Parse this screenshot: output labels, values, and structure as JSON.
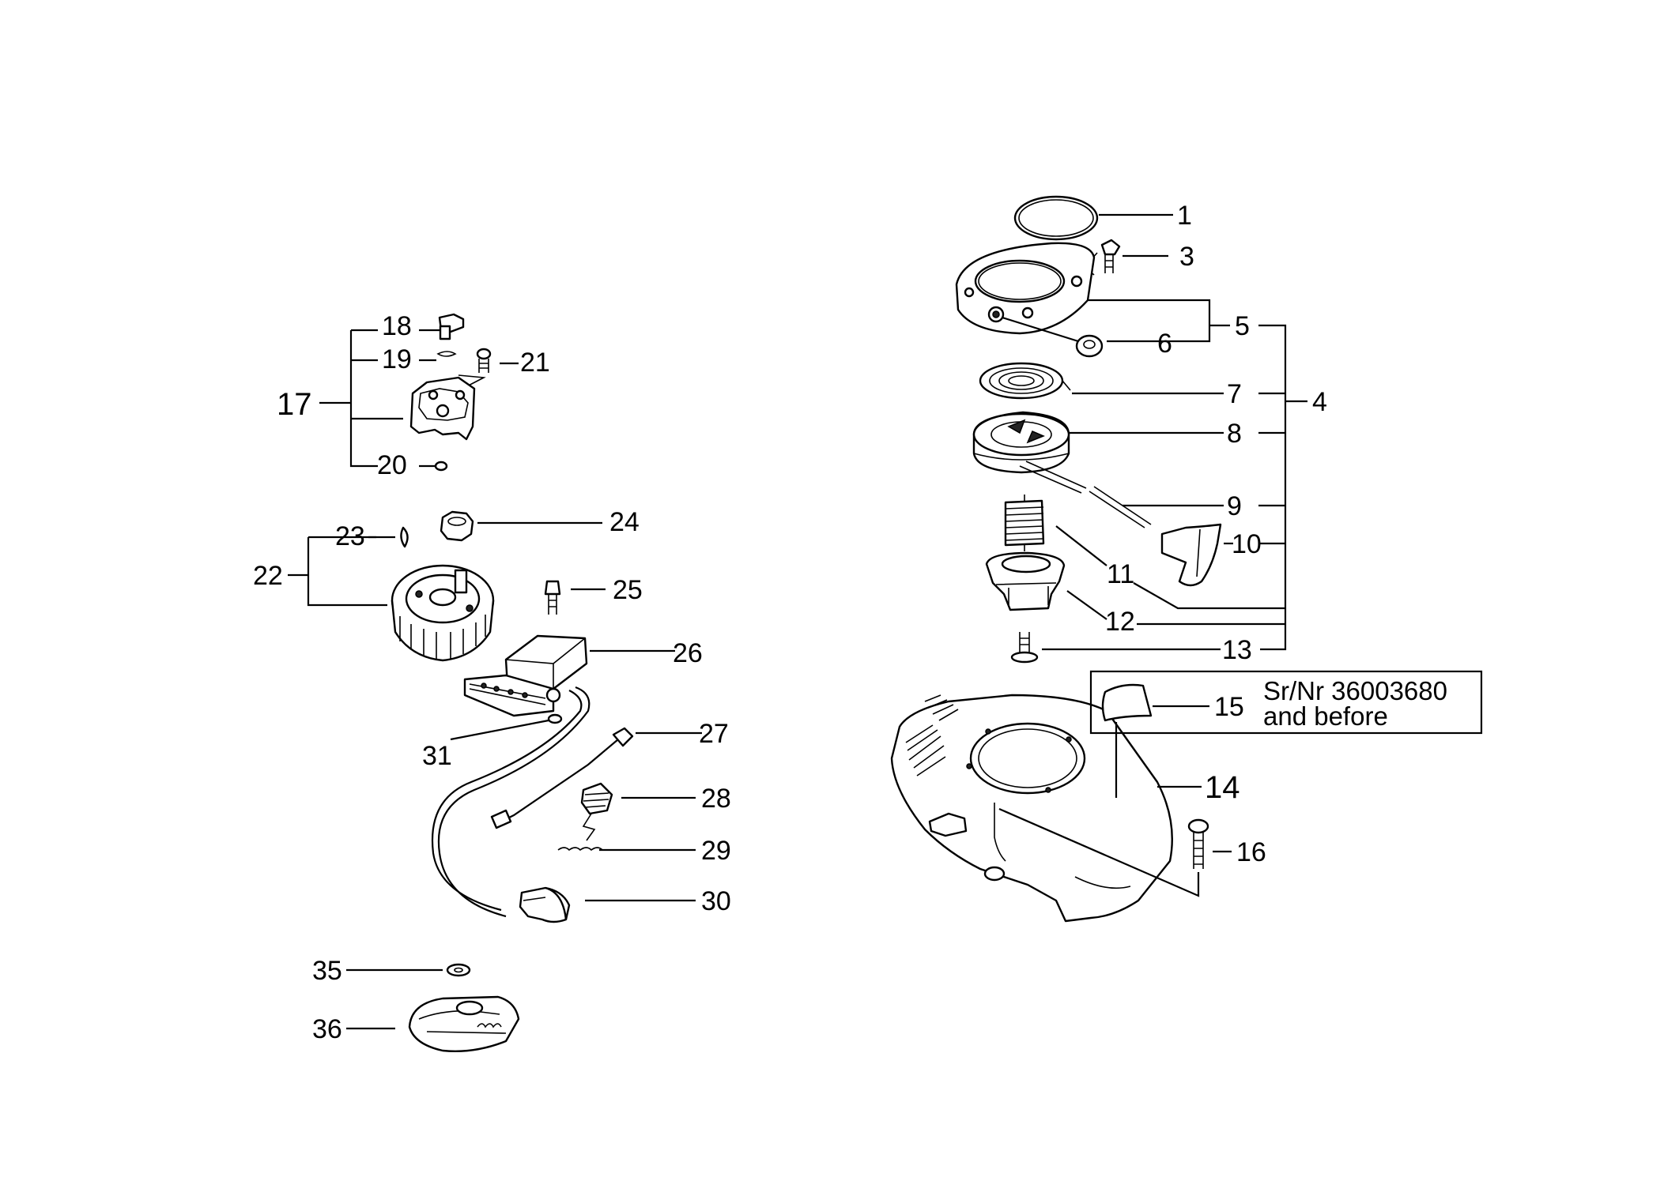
{
  "labels": {
    "p1": "1",
    "p3": "3",
    "p4": "4",
    "p5": "5",
    "p6": "6",
    "p7": "7",
    "p8": "8",
    "p9": "9",
    "p10": "10",
    "p11": "11",
    "p12": "12",
    "p13": "13",
    "p14": "14",
    "p15": "15",
    "p16": "16",
    "p17": "17",
    "p18": "18",
    "p19": "19",
    "p20": "20",
    "p21": "21",
    "p22": "22",
    "p23": "23",
    "p24": "24",
    "p25": "25",
    "p26": "26",
    "p27": "27",
    "p28": "28",
    "p29": "29",
    "p30": "30",
    "p31": "31",
    "p35": "35",
    "p36": "36"
  },
  "note": {
    "line1": "Sr/Nr 36003680",
    "line2": "and before"
  }
}
